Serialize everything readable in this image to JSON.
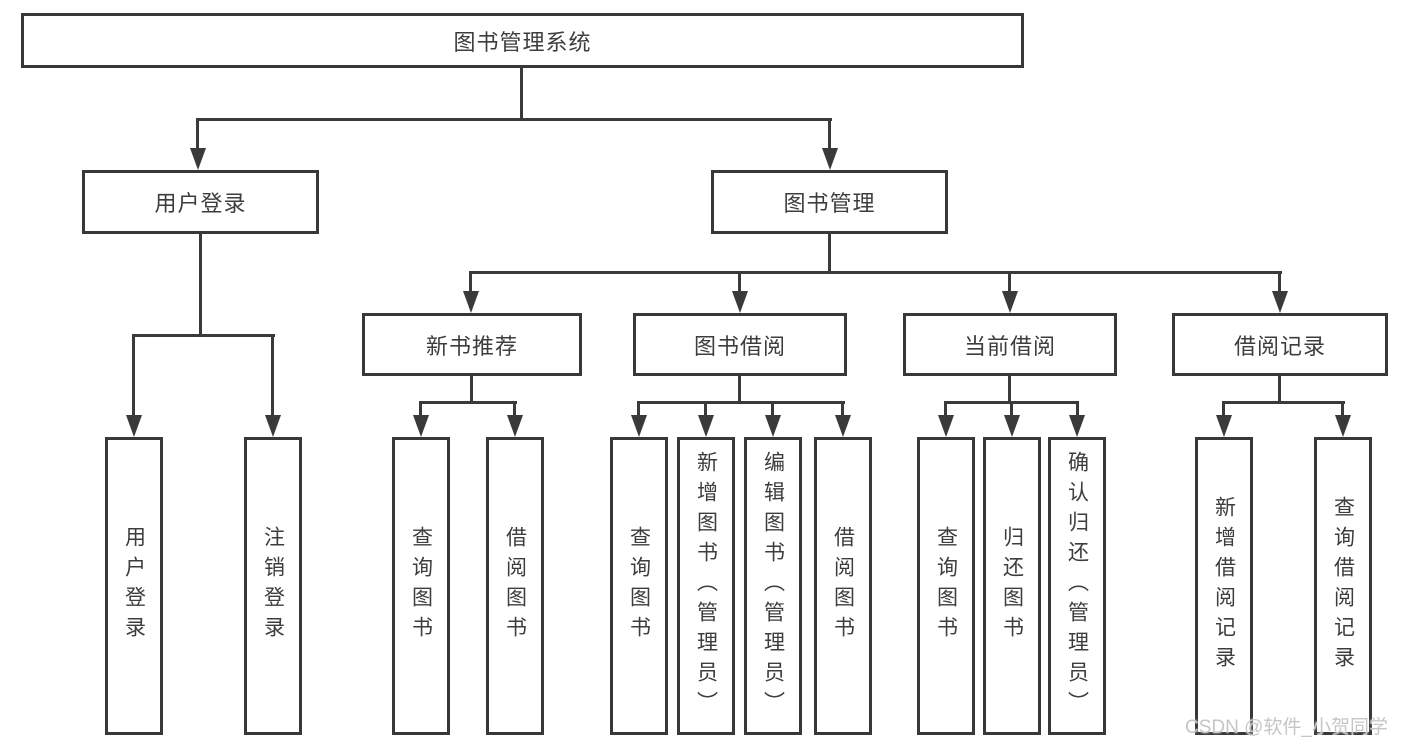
{
  "diagram": {
    "title": "图书管理系统",
    "level2": {
      "user_login": "用户登录",
      "book_management": "图书管理"
    },
    "level3": {
      "new_book_recommend": "新书推荐",
      "book_borrowing": "图书借阅",
      "current_borrowing": "当前借阅",
      "borrowing_records": "借阅记录"
    },
    "leaves": {
      "user_login": "用户登录",
      "logout": "注销登录",
      "recommend_query_books": "查询图书",
      "recommend_borrow_books": "借阅图书",
      "borrowing_query_books": "查询图书",
      "borrowing_add_books": "新增图书（管理员）",
      "borrowing_edit_books": "编辑图书（管理员）",
      "borrowing_borrow_books": "借阅图书",
      "current_query_books": "查询图书",
      "current_return_books": "归还图书",
      "current_confirm_return": "确认归还（管理员）",
      "records_add_record": "新增借阅记录",
      "records_query_record": "查询借阅记录"
    },
    "watermark": "CSDN @软件_小贺同学",
    "colors": {
      "line": "#383838",
      "text": "#3d3d3d",
      "watermark": "#c6c6c6",
      "background": "#ffffff"
    }
  }
}
